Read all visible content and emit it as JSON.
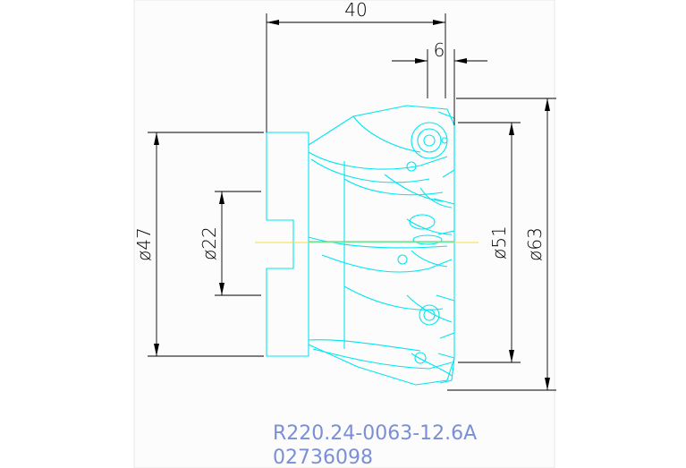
{
  "colors": {
    "background": "#ffffff",
    "sheet": "#fcfcfc",
    "sheet_border": "#e8e8e8",
    "dimension": "#000000",
    "outline": "#00e6f0",
    "centerline": "#f0e040",
    "caption": "#7a8fd6"
  },
  "dimensions": {
    "length_overall": "40",
    "offset": "6",
    "dia_hub": "ø47",
    "dia_bore": "ø22",
    "dia_inner": "ø51",
    "dia_cutting": "ø63"
  },
  "caption": {
    "part_number": "R220.24-0063-12.6A",
    "order_code": "02736098"
  }
}
